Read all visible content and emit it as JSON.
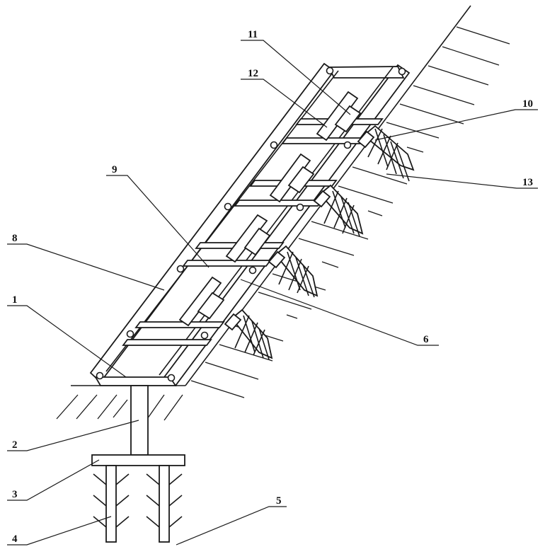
{
  "labels": {
    "l1": "1",
    "l2": "2",
    "l3": "3",
    "l4": "4",
    "l5": "5",
    "l6": "6",
    "l8": "8",
    "l9": "9",
    "l10": "10",
    "l11": "11",
    "l12": "12",
    "l13": "13"
  }
}
